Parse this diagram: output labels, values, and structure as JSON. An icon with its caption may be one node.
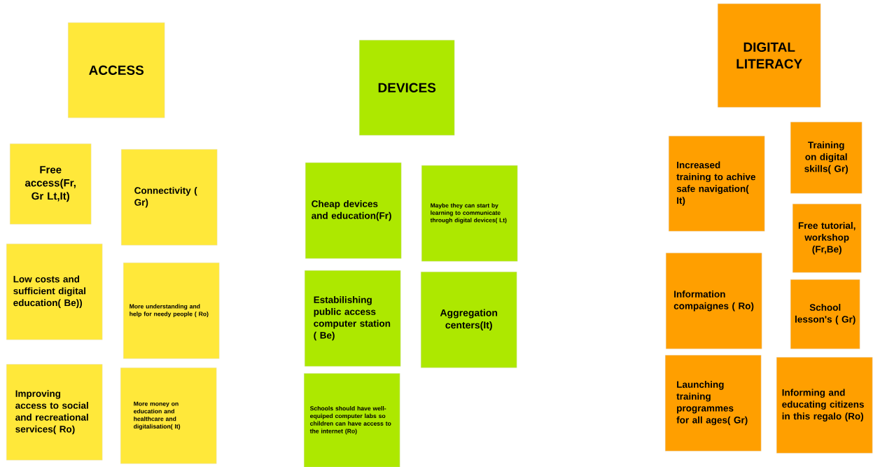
{
  "diagram": {
    "nodes": [
      {
        "text": [
          "ACCESS"
        ]
      },
      {
        "text": [
          "Free access(Fr, Gr Lt,It)"
        ]
      },
      {
        "text": [
          "Connectivity ( Gr)"
        ]
      },
      {
        "text": [
          "Low costs and sufficient digital education( Be))"
        ]
      },
      {
        "text": [
          "More understanding and help for needy people ( Ro)"
        ]
      },
      {
        "text": [
          "Improving access to social and recreational services( Ro)"
        ]
      },
      {
        "text": [
          "More money on education and healthcare and digitalisation( It)"
        ]
      },
      {
        "text": [
          "DEVICES"
        ]
      },
      {
        "text": [
          "Cheap devices and education(Fr)"
        ]
      },
      {
        "text": [
          "Maybe they can start by learning to communicate through digital devices( Lt)"
        ]
      },
      {
        "text": [
          "Estabilishing public access computer station ( Be)"
        ]
      },
      {
        "text": [
          "Aggregation centers(It)"
        ]
      },
      {
        "text": [
          "Schools should have well-equiped computer labs so children can have access to the internet (Ro)"
        ]
      },
      {
        "text": [
          "DIGITAL LITERACY"
        ]
      },
      {
        "text": [
          "Increased training to achive safe navigation( It)"
        ]
      },
      {
        "text": [
          "Training on digital skills( Gr)"
        ]
      },
      {
        "text": [
          "Free tutorial, workshop (Fr,Be)"
        ]
      },
      {
        "text": [
          "Information compaignes ( Ro)"
        ]
      },
      {
        "text": [
          "School lesson's ( Gr)"
        ]
      },
      {
        "text": [
          "Launching training programmes for all ages( Gr)"
        ]
      },
      {
        "text": [
          "Informing and educating citizens in this regalo (Ro)"
        ]
      }
    ]
  }
}
